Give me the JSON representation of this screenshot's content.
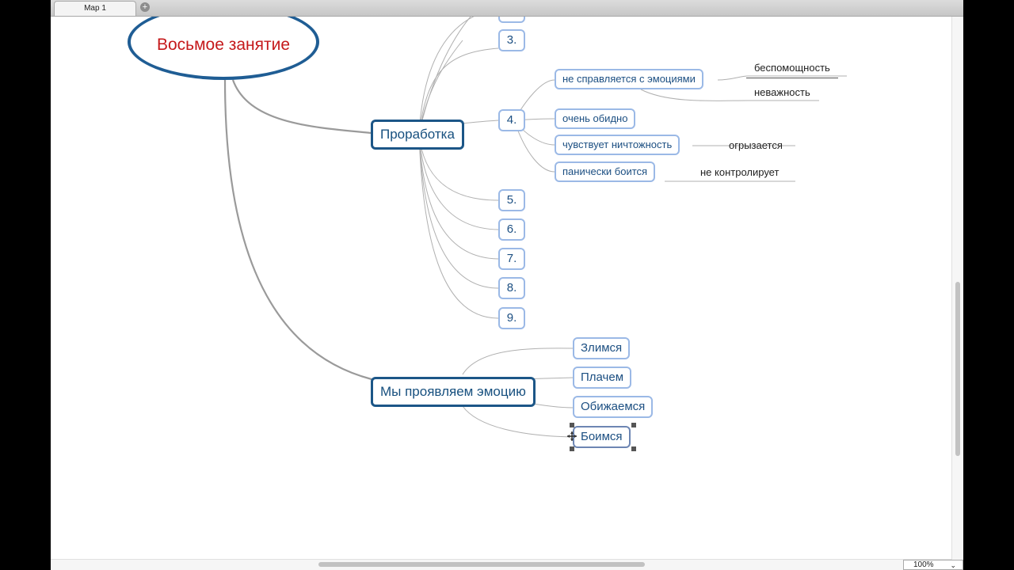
{
  "tabs": [
    {
      "label": "Map 1"
    }
  ],
  "add_tab_icon": "+",
  "central": {
    "label": "Восьмое занятие"
  },
  "branches": {
    "prorabotka": {
      "label": "Проработка",
      "items": [
        "3.",
        "4.",
        "5.",
        "6.",
        "7.",
        "8.",
        "9."
      ],
      "item4_children": [
        {
          "label": "не справляется с эмоциями",
          "leaves": [
            "беспомощность",
            "неважность"
          ]
        },
        {
          "label": "очень обидно",
          "leaves": []
        },
        {
          "label": "чувствует ничтожность",
          "leaves": [
            "огрызается"
          ]
        },
        {
          "label": "панически боится",
          "leaves": [
            "не контролирует"
          ]
        }
      ]
    },
    "emotion": {
      "label": "Мы проявляем эмоцию",
      "items": [
        "Злимся",
        "Плачем",
        "Обижаемся",
        "Боимся"
      ]
    }
  },
  "zoom": {
    "value": "100%",
    "arrow": "⌄"
  },
  "colors": {
    "central_text": "#c5191b",
    "central_border": "#1f5d94",
    "main_border": "#1c5687",
    "sub_border": "#9bb9e6"
  }
}
